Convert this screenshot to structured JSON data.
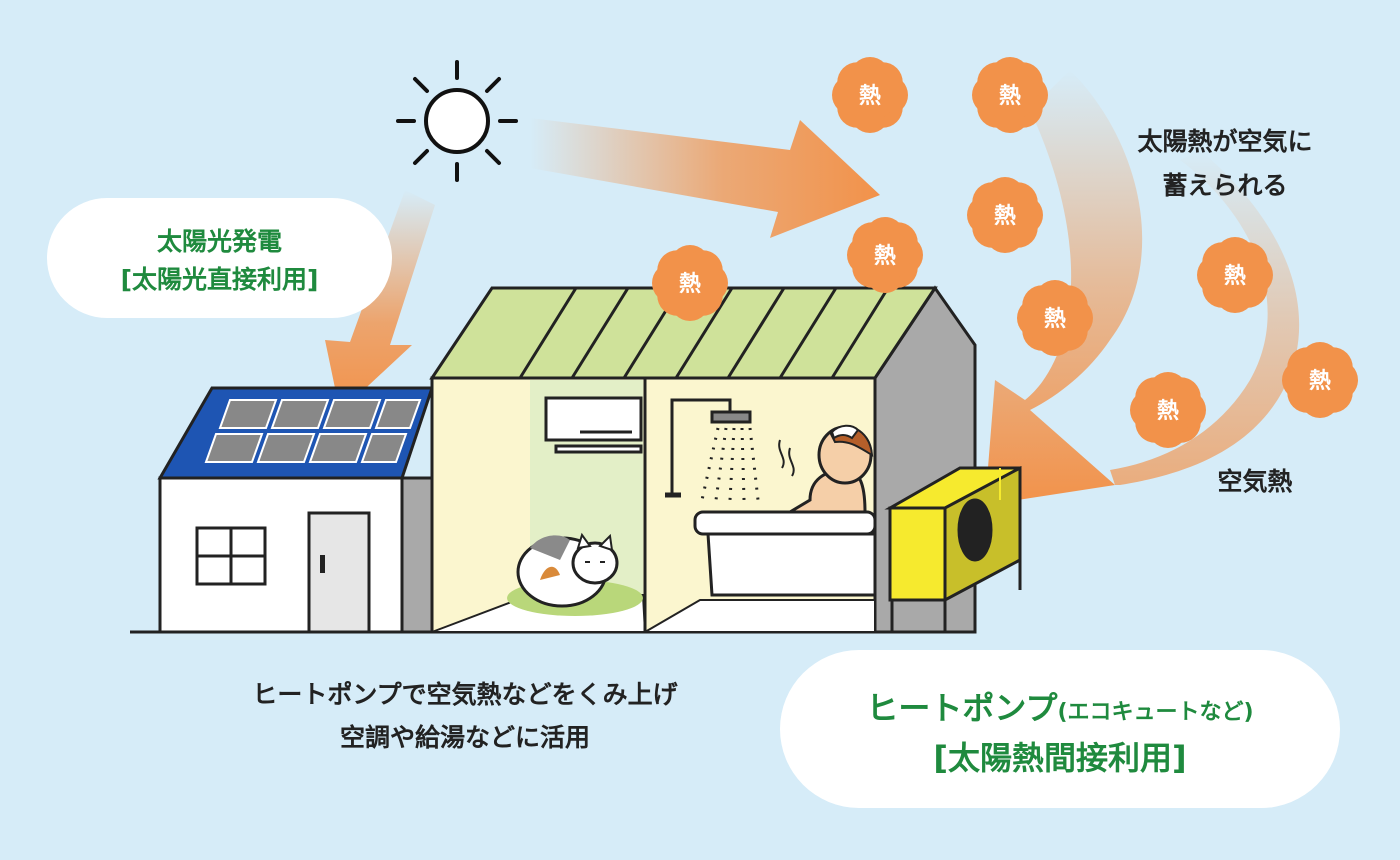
{
  "solar_bubble": {
    "line1": "太陽光発電",
    "line2": "[太陽光直接利用]"
  },
  "air_caption": {
    "line1": "太陽熱が空気に",
    "line2": "蓄えられる"
  },
  "air_heat_label": "空気熱",
  "heat_badge_text": "熱",
  "heatpump_caption": {
    "line1": "ヒートポンプで空気熱などをくみ上げ",
    "line2": "空調や給湯などに活用"
  },
  "heatpump_bubble": {
    "title": "ヒートポンプ",
    "subtitle": "(エコキュートなど)",
    "line2": "[太陽熱間接利用]"
  },
  "colors": {
    "background": "#d6ecf8",
    "accent_green": "#1f8a3e",
    "heat_orange": "#f2924a",
    "roof_green": "#cfe29a",
    "solar_blue": "#1e55b3",
    "heatpump_yellow": "#f6ea2e"
  },
  "icons": [
    "sun-icon",
    "solar-panel-icon",
    "air-conditioner-icon",
    "shower-icon",
    "cat-icon",
    "person-bathing-icon",
    "heat-pump-unit-icon"
  ]
}
